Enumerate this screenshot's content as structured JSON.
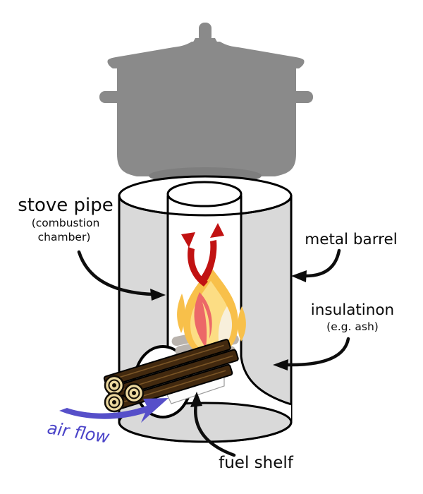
{
  "diagram": {
    "type": "rocket-stove-cutaway",
    "labels": {
      "stove_pipe": "stove pipe",
      "stove_pipe_sub1": "(combustion",
      "stove_pipe_sub2": "chamber)",
      "metal_barrel": "metal barrel",
      "insulation": "insulatinon",
      "insulation_sub": "(e.g. ash)",
      "air_flow": "air flow",
      "fuel_shelf": "fuel shelf"
    },
    "colors": {
      "pot_gray": "#8a8a8a",
      "barrel_fill": "#d9d9d9",
      "outline": "#000000",
      "flame_outer": "#f8c04a",
      "flame_inner": "#fcdd84",
      "flame_red": "#ec6868",
      "flame_cream": "#f7efdb",
      "heat_arrow_red": "#c11212",
      "air_flow_blue": "#4a43c8",
      "wood_brown": "#42290f",
      "wood_ring_tan": "#ecd9a0"
    }
  }
}
